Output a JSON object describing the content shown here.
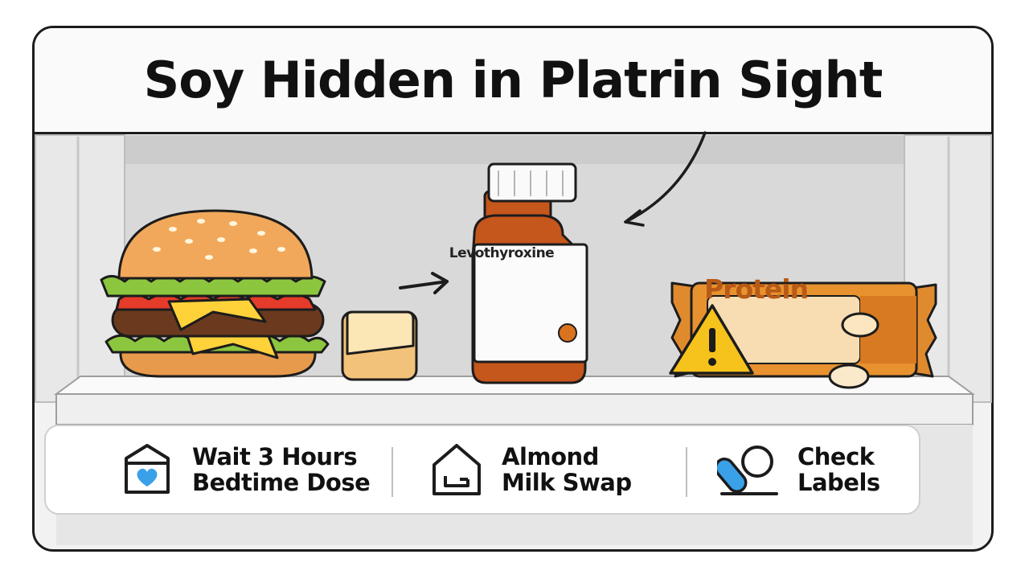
{
  "header": {
    "title": "Soy Hidden in Platrin Sight"
  },
  "shelf": {
    "items": [
      {
        "name": "burger"
      },
      {
        "name": "tofu-cube"
      },
      {
        "name": "levothyroxine-bottle",
        "label": "Levothyroxine"
      },
      {
        "name": "protein-bar",
        "label": "Protein"
      }
    ]
  },
  "tips": [
    {
      "line1": "Wait 3 Hours",
      "line2": "Bedtime Dose",
      "icon": "calendar-heart-icon"
    },
    {
      "line1": "Almond",
      "line2": "Milk Swap",
      "icon": "milk-carton-icon"
    },
    {
      "line1": "Check",
      "line2": "Labels",
      "icon": "pill-label-icon"
    }
  ],
  "colors": {
    "accent_orange": "#d9731f",
    "bottle_amber": "#c5561c",
    "warning_yellow": "#f6c21c",
    "heart_blue": "#3aa0e8"
  }
}
